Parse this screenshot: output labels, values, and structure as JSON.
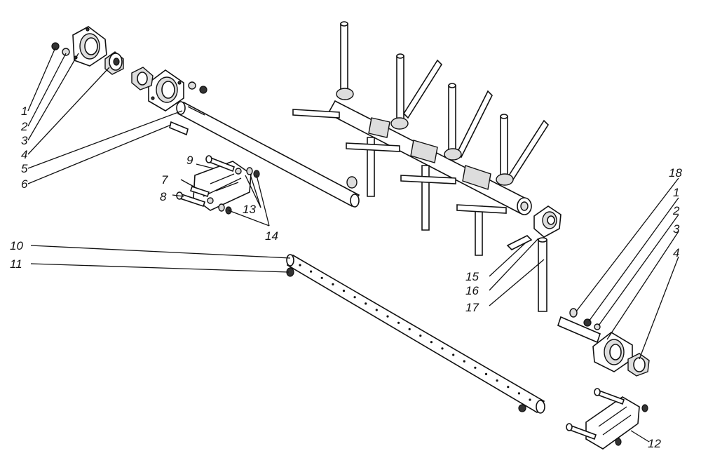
{
  "callouts": {
    "c1": "1",
    "c2": "2",
    "c3": "3",
    "c4": "4",
    "c5": "5",
    "c6": "6",
    "c7": "7",
    "c8": "8",
    "c9": "9",
    "c10": "10",
    "c11": "11",
    "c12": "12",
    "c13": "13",
    "c14": "14",
    "c15": "15",
    "c16": "16",
    "c17": "17",
    "c18": "18",
    "r1": "1",
    "r2": "2",
    "r3": "3",
    "r4": "4"
  },
  "colors": {
    "line": "#111111",
    "background": "#ffffff",
    "shade": "#dddddd"
  }
}
